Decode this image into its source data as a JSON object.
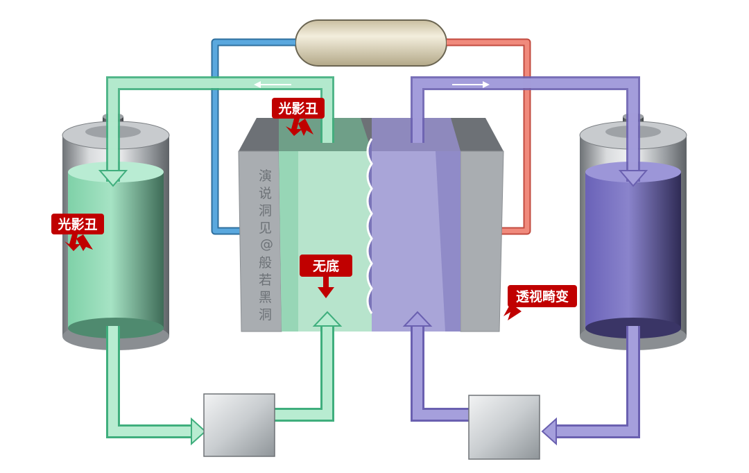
{
  "labels": {
    "tag_top": "光影丑",
    "tag_left": "光影丑",
    "tag_center": "无底",
    "tag_right": "透视畸变",
    "vertical_text": [
      "演",
      "说",
      "洞",
      "见",
      "@",
      "般",
      "若",
      "黑",
      "洞"
    ]
  },
  "colors": {
    "green_flow": "#7fd6ad",
    "green_outline": "#4fbf8c",
    "purple_flow": "#8d84c9",
    "purple_outline": "#6a60b0",
    "blue_pipe": "#5aa8de",
    "red_pipe": "#f08a7c",
    "tag_red": "#c00000",
    "housing_grey": "#a3a7ab"
  },
  "icons": [
    "battery-cylinder-icon",
    "pump-box-icon",
    "capsule-tank-icon",
    "arrow-icon"
  ]
}
